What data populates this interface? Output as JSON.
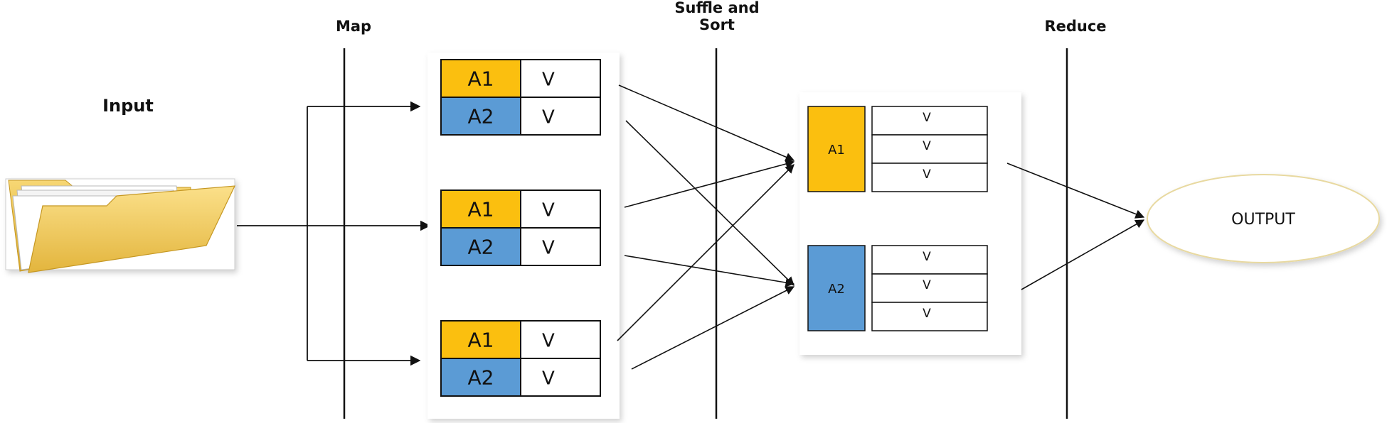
{
  "stages": {
    "input": "Input",
    "map": "Map",
    "shuffle_line1": "Suffle and",
    "shuffle_line2": "Sort",
    "reduce": "Reduce",
    "output": "OUTPUT"
  },
  "map_outputs": [
    {
      "rows": [
        {
          "key": "A1",
          "value": "V"
        },
        {
          "key": "A2",
          "value": "V"
        }
      ]
    },
    {
      "rows": [
        {
          "key": "A1",
          "value": "V"
        },
        {
          "key": "A2",
          "value": "V"
        }
      ]
    },
    {
      "rows": [
        {
          "key": "A1",
          "value": "V"
        },
        {
          "key": "A2",
          "value": "V"
        }
      ]
    }
  ],
  "shuffle_groups": [
    {
      "key": "A1",
      "values": [
        "V",
        "V",
        "V"
      ]
    },
    {
      "key": "A2",
      "values": [
        "V",
        "V",
        "V"
      ]
    }
  ],
  "colors": {
    "a1": "#fbbf0f",
    "a2": "#5b9bd5",
    "line": "#111111",
    "output_border": "#e8d9a0",
    "folder": "#f2c94c"
  },
  "icons": {
    "input": "folder-icon"
  }
}
